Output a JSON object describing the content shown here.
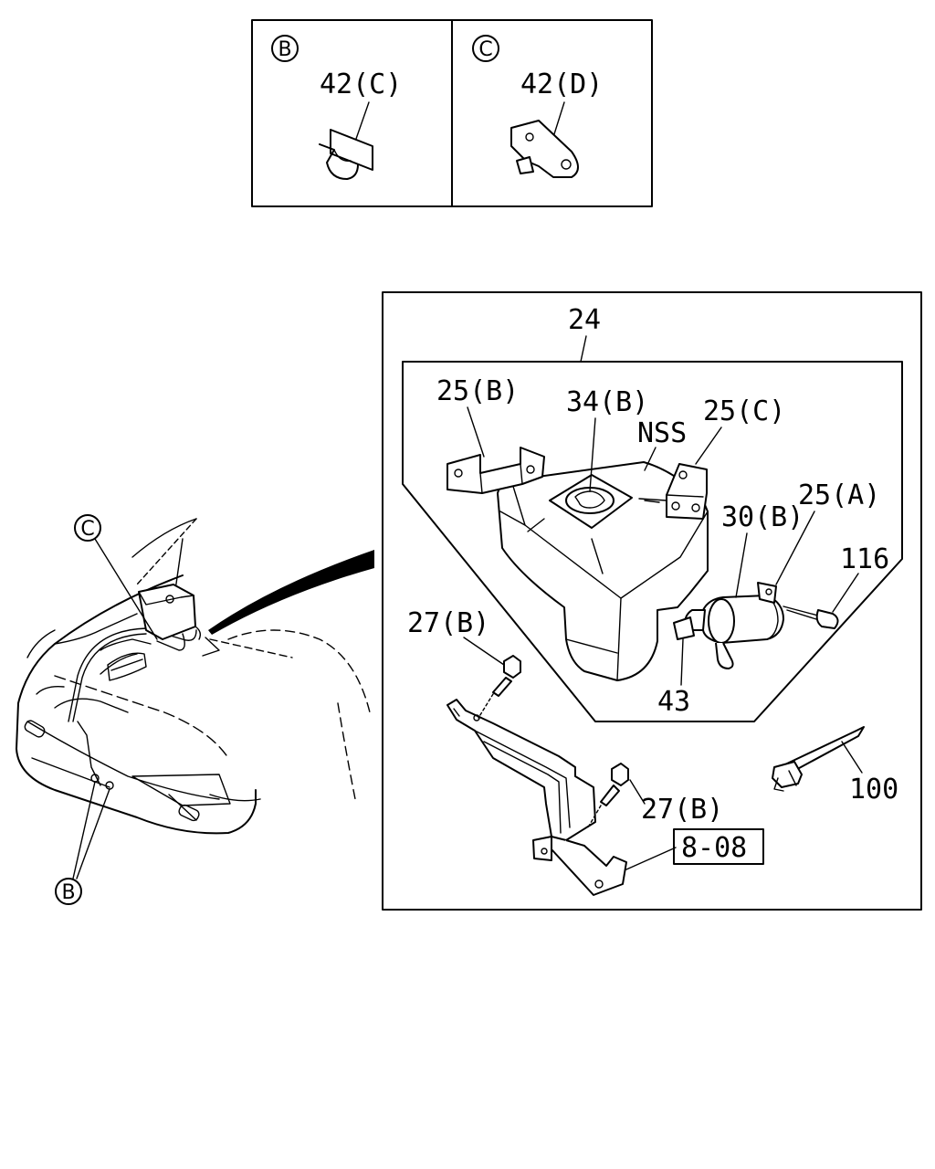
{
  "callout_circles": {
    "inset_b": "B",
    "inset_c": "C",
    "vehicle_c": "C",
    "vehicle_b": "B"
  },
  "inset_labels": {
    "clip_42c": "42(C)",
    "clip_42d": "42(D)"
  },
  "part_labels": {
    "tank_assembly": "24",
    "bracket_25b": "25(B)",
    "cap_34b": "34(B)",
    "nss": "NSS",
    "bracket_25c": "25(C)",
    "bracket_25a": "25(A)",
    "motor_30b": "30(B)",
    "bolt_116": "116",
    "bolt_27b_top": "27(B)",
    "grommet_43": "43",
    "bolt_27b_bottom": "27(B)",
    "tie_100": "100",
    "ref_808": "8-08"
  }
}
